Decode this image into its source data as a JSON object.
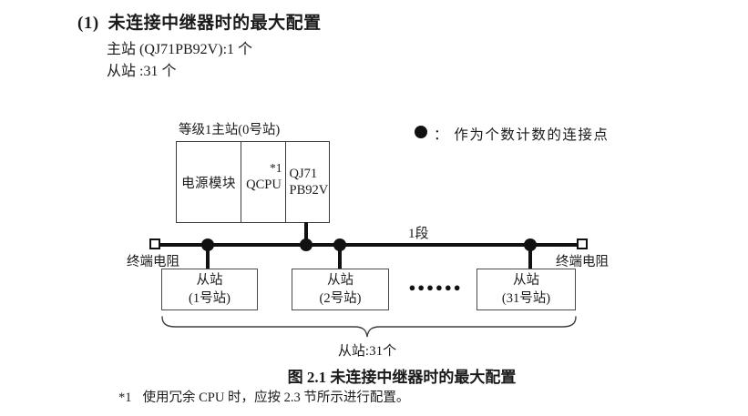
{
  "page": {
    "heading_marker": "(1)",
    "heading_text": "未连接中继器时的最大配置",
    "spec_line1": "主站 (QJ71PB92V):1 个",
    "spec_line2": "从站 :31 个",
    "caption": "图 2.1 未连接中继器时的最大配置",
    "footnote_marker": "*1",
    "footnote_text": "使用冗余 CPU 时，应按 2.3 节所示进行配置。"
  },
  "diagram": {
    "master_label": "等级1主站(0号站)",
    "master_cells": {
      "power": "电源模块",
      "cpu": "QCPU",
      "cpu_note": "*1",
      "pb_line1": "QJ71",
      "pb_line2": "PB92V"
    },
    "legend_text": "： 作为个数计数的连接点",
    "segment_label": "1段",
    "terminator_left": "终端电阻",
    "terminator_right": "终端电阻",
    "slaves": [
      {
        "line1": "从站",
        "line2": "(1号站)"
      },
      {
        "line1": "从站",
        "line2": "(2号站)"
      },
      {
        "line1": "从站",
        "line2": "(31号站)"
      }
    ],
    "ellipsis": "●●●●●●",
    "brace_label": "从站:31个"
  },
  "colors": {
    "background": "#ffffff",
    "ink": "#1a1a1a",
    "line": "#111111",
    "border": "#3c3c3c"
  }
}
